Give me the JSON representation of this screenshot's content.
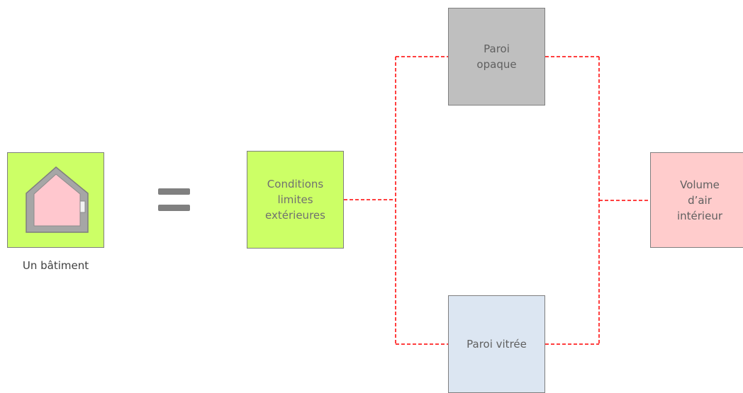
{
  "building": {
    "caption": "Un bâtiment",
    "icon": "house-icon",
    "fill": "#ccff66"
  },
  "equals": {
    "icon": "equals-icon",
    "color": "#808080"
  },
  "nodes": {
    "conditions": {
      "label": "Conditions\nlimites\nextérieures",
      "fill": "#ccff66"
    },
    "opaque": {
      "label": "Paroi\nopaque",
      "fill": "#bfbfbf"
    },
    "glazed": {
      "label": "Paroi vitrée",
      "fill": "#dce6f2"
    },
    "air": {
      "label": "Volume\nd’air\nintérieur",
      "fill": "#ffcccc"
    }
  },
  "connectors": {
    "color": "#ff0000",
    "style": "dashed"
  }
}
